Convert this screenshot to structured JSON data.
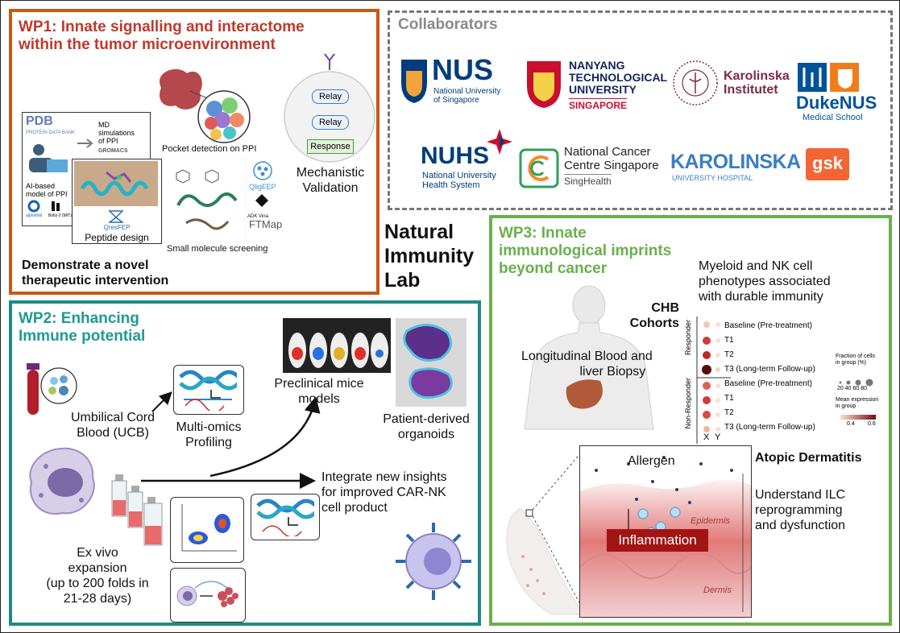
{
  "lab_name": [
    "Natural",
    "Immunity",
    "Lab"
  ],
  "wp1": {
    "title_lines": [
      "WP1: Innate signalling and interactome",
      "within the tumor microenvironment"
    ],
    "pdb": "PDB",
    "pdb_sub": "PROTEIN DATA BANK",
    "md_text": [
      "MD",
      "simulations",
      "of PPI"
    ],
    "gromacs": "GROMACS",
    "ai_text": [
      "AI-based",
      "model of PPI"
    ],
    "tool_labels": [
      "alphafold",
      "Boltz-2 (MIT)"
    ],
    "pocket": "Pocket detection on PPI",
    "peptide_tool": "QresFEP",
    "peptide": "Peptide design",
    "small_mol": "Small molecule screening",
    "qligfep": "QligFEP",
    "adk": "ADK Vina",
    "ftmap": "FTMap",
    "relay1": "Relay",
    "relay2": "Relay",
    "response": "Response",
    "mech": [
      "Mechanistic",
      "Validation"
    ],
    "demonstrate": [
      "Demonstrate a novel",
      "therapeutic intervention"
    ]
  },
  "collab": {
    "title": "Collaborators",
    "nus_main": "NUS",
    "nus_sub": [
      "National University",
      "of Singapore"
    ],
    "ntu": [
      "NANYANG",
      "TECHNOLOGICAL",
      "UNIVERSITY"
    ],
    "ntu_sg": "SINGAPORE",
    "ki": [
      "Karolinska",
      "Institutet"
    ],
    "duke": "DukeNUS",
    "duke_sub": "Medical School",
    "nuhs": "NUHS",
    "nuhs_sub": [
      "National University",
      "Health System"
    ],
    "nccs": [
      "National Cancer",
      "Centre Singapore"
    ],
    "singhealth": "SingHealth",
    "kuh": "KAROLINSKA",
    "kuh_sub": "UNIVERSITY HOSPITAL",
    "gsk": "gsk"
  },
  "wp2": {
    "title_lines": [
      "WP2: Enhancing",
      "Immune potential"
    ],
    "ucb": [
      "Umbilical Cord",
      "Blood (UCB)"
    ],
    "multiomics": [
      "Multi-omics",
      "Profiling"
    ],
    "mice": [
      "Preclinical mice",
      "models"
    ],
    "organoids": [
      "Patient-derived",
      "organoids"
    ],
    "integrate": [
      "Integrate new insights",
      "for improved CAR-NK",
      "cell product"
    ],
    "exvivo": [
      "Ex vivo",
      "expansion",
      "(up to 200 folds in",
      "21-28 days)"
    ]
  },
  "wp3": {
    "title_lines": [
      "WP3: Innate",
      "immunological imprints",
      "beyond cancer"
    ],
    "myeloid": [
      "Myeloid and NK cell",
      "phenotypes associated",
      "with durable immunity"
    ],
    "chb": [
      "CHB",
      "Cohorts"
    ],
    "longitudinal": [
      "Longitudinal Blood and",
      "liver Biopsy"
    ],
    "groups": [
      "Responder",
      "Non-Responder"
    ],
    "rows": [
      "Baseline (Pre-treatment)",
      "T1",
      "T2",
      "T3 (Long-term Follow-up)",
      "Baseline (Pre-treatment)",
      "T1",
      "T2",
      "T3 (Long-term Follow-up)"
    ],
    "cols": [
      "X",
      "Y"
    ],
    "legend_frac_title": [
      "Fraction of cells",
      "in group (%)"
    ],
    "legend_frac_ticks": [
      "20",
      "40",
      "60",
      "80"
    ],
    "legend_mean_title": [
      "Mean expression",
      "in group"
    ],
    "legend_mean_ticks": [
      "0.4",
      "0.6"
    ],
    "allergen": "Allergen",
    "atopic": "Atopic Dermatitis",
    "understand": [
      "Understand ILC",
      "reprogramming",
      "and dysfunction"
    ],
    "inflammation": "Inflammation",
    "epidermis": "Epidermis",
    "dermis": "Dermis"
  },
  "colors": {
    "wp1": "#c55a11",
    "wp1_title": "#c0392b",
    "wp2": "#1f8a84",
    "wp3": "#6ab04c",
    "collab_border": "#777777"
  },
  "icons": [
    "tumor-icon",
    "cell-cluster-icon",
    "protein-structure-icon",
    "dna-icon",
    "mouse-icon",
    "organoid-icon",
    "blood-tube-icon",
    "nk-cell-icon",
    "flask-icon",
    "flow-plot-icon",
    "car-nk-icon",
    "human-body-icon",
    "liver-icon",
    "skin-section-icon",
    "arm-icon"
  ]
}
